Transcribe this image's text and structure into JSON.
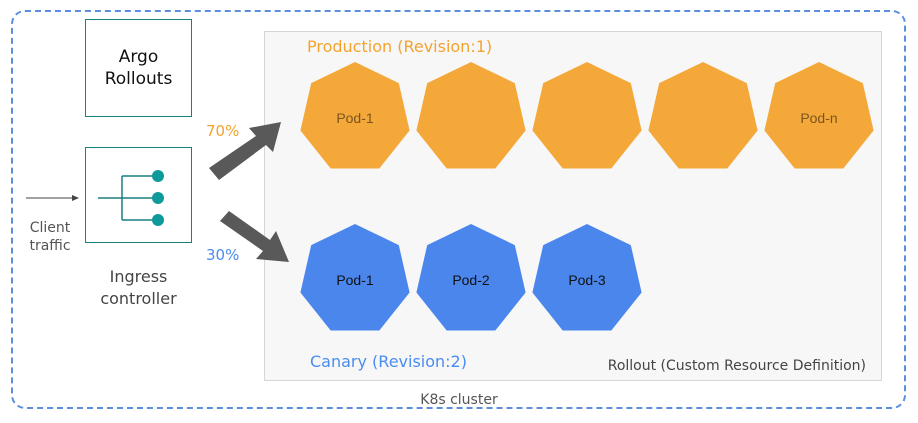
{
  "cluster": {
    "label": "K8s cluster"
  },
  "rollout": {
    "label": "Rollout (Custom Resource Definition)"
  },
  "argo": {
    "line1": "Argo",
    "line2": "Rollouts"
  },
  "ingress": {
    "line1": "Ingress",
    "line2": "controller"
  },
  "client": {
    "line1": "Client",
    "line2": "traffic"
  },
  "production": {
    "title": "Production (Revision:1)",
    "weight": "70%",
    "color": "#f5a83a",
    "pods": [
      "Pod-1",
      "",
      "",
      "",
      "Pod-n"
    ]
  },
  "canary": {
    "title": "Canary (Revision:2)",
    "weight": "30%",
    "color": "#4a86ec",
    "pods": [
      "Pod-1",
      "Pod-2",
      "Pod-3"
    ]
  },
  "colors": {
    "ingress_border": "#1a7f7f",
    "ingress_dots": "#0e9a9a",
    "arrow": "#595959",
    "cluster_border": "#5b8fde"
  }
}
